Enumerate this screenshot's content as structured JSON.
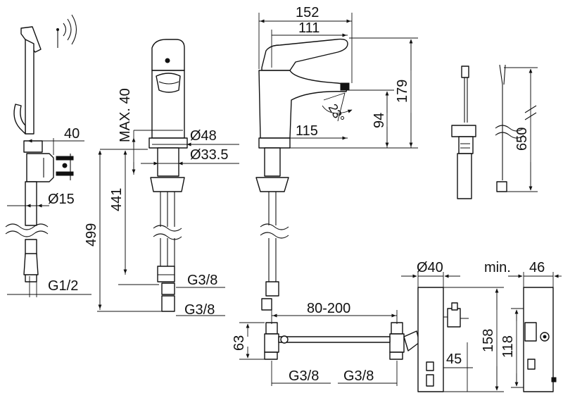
{
  "drawing": {
    "labels": {
      "d152": "152",
      "d111": "111",
      "d179": "179",
      "d94": "94",
      "d115": "115",
      "a23": "23°",
      "max40": "MAX. 40",
      "d48": "Ø48",
      "d33_5": "Ø33.5",
      "d441": "441",
      "d499": "499",
      "g38_a": "G3/8",
      "g38_b": "G3/8",
      "d40_left": "40",
      "d15": "Ø15",
      "g12": "G1/2",
      "d80_200": "80-200",
      "d63": "63",
      "g38_c": "G3/8",
      "g38_d": "G3/8",
      "d40_box": "Ø40",
      "min": "min.",
      "d46": "46",
      "d158": "158",
      "d118": "118",
      "d45": "45",
      "d650": "650"
    }
  }
}
